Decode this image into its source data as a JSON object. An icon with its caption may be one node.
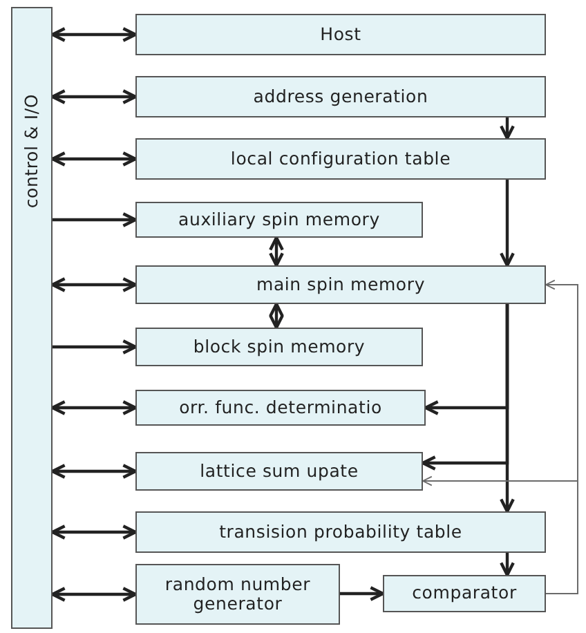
{
  "diagram": {
    "nodes": [
      {
        "text": [
          "control & I/O"
        ]
      },
      {
        "text": [
          "Host"
        ]
      },
      {
        "text": [
          "address generation"
        ]
      },
      {
        "text": [
          "local configuration table"
        ]
      },
      {
        "text": [
          "auxiliary spin memory"
        ]
      },
      {
        "text": [
          "main spin memory"
        ]
      },
      {
        "text": [
          "block spin memory"
        ]
      },
      {
        "text": [
          "orr. func. determinatio"
        ]
      },
      {
        "text": [
          "lattice sum upate"
        ]
      },
      {
        "text": [
          "transision probability table"
        ]
      },
      {
        "text": [
          "random number generator"
        ]
      },
      {
        "text": [
          "comparator"
        ]
      }
    ],
    "edges": [
      {
        "from": 0,
        "to": 1,
        "arrow": "both"
      },
      {
        "from": 0,
        "to": 2,
        "arrow": "both"
      },
      {
        "from": 0,
        "to": 3,
        "arrow": "both"
      },
      {
        "from": 0,
        "to": 4,
        "arrow": "to"
      },
      {
        "from": 0,
        "to": 5,
        "arrow": "both"
      },
      {
        "from": 0,
        "to": 6,
        "arrow": "to"
      },
      {
        "from": 0,
        "to": 7,
        "arrow": "both"
      },
      {
        "from": 0,
        "to": 8,
        "arrow": "both"
      },
      {
        "from": 0,
        "to": 9,
        "arrow": "both"
      },
      {
        "from": 0,
        "to": 10,
        "arrow": "both"
      },
      {
        "from": 2,
        "to": 3,
        "arrow": "to"
      },
      {
        "from": 3,
        "to": 5,
        "arrow": "to"
      },
      {
        "from": 4,
        "to": 5,
        "arrow": "both"
      },
      {
        "from": 5,
        "to": 6,
        "arrow": "both"
      },
      {
        "from": 5,
        "to": 7,
        "arrow": "to"
      },
      {
        "from": 5,
        "to": 8,
        "arrow": "to"
      },
      {
        "from": 5,
        "to": 9,
        "arrow": "to"
      },
      {
        "from": 9,
        "to": 11,
        "arrow": "to"
      },
      {
        "from": 10,
        "to": 11,
        "arrow": "to"
      },
      {
        "from": 11,
        "to": 8,
        "arrow": "to",
        "color": "#6a6a6a"
      },
      {
        "from": 11,
        "to": 5,
        "arrow": "to",
        "color": "#6a6a6a"
      }
    ]
  }
}
